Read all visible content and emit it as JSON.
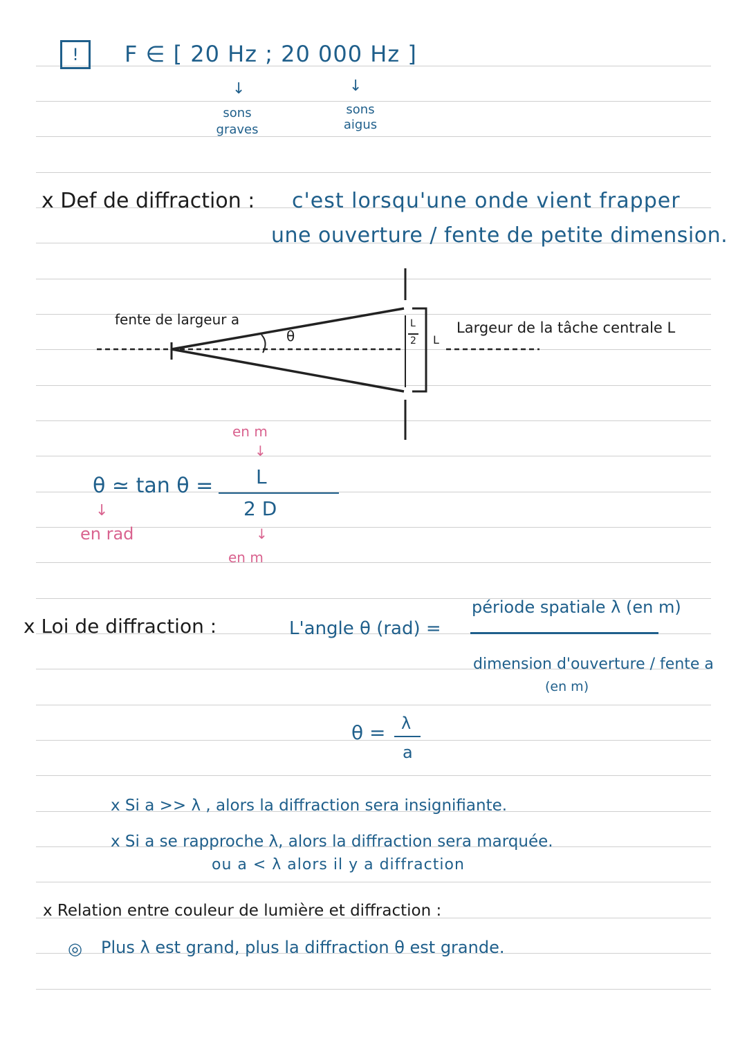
{
  "header": {
    "warning_icon": "!",
    "frequency_range": "F ∈ [ 20 Hz ; 20 000 Hz ]",
    "low_label": "sons graves",
    "high_label": "sons aigus"
  },
  "definition": {
    "title": "x Def de diffraction :",
    "line1": "c'est lorsqu'une onde vient frapper",
    "line2": "une ouverture / fente  de  petite dimension."
  },
  "diagram": {
    "slit_label": "fente de largeur a",
    "angle_label": "θ",
    "half_label_num": "L",
    "half_label_den": "2",
    "width_label": "L",
    "central_label": "Largeur de la tâche centrale L"
  },
  "formula1": {
    "lhs": "θ ≃ tan θ =",
    "numerator": "L",
    "denominator": "2 D",
    "num_unit": "en m",
    "den_unit": "en m",
    "theta_unit": "en rad"
  },
  "law": {
    "title": "x Loi de diffraction :",
    "lhs": "L'angle θ (rad) =",
    "numerator": "période spatiale λ (en m)",
    "denominator": "dimension d'ouverture / fente a",
    "den_unit": "(en m)",
    "short_lhs": "θ =",
    "short_num": "λ",
    "short_den": "a"
  },
  "conditions": {
    "c1": "x Si    a >> λ , alors la diffraction sera insignifiante.",
    "c2": "x Si   a se rapproche λ, alors la diffraction sera marquée.",
    "c3": "ou a < λ alors il y a  diffraction"
  },
  "relation": {
    "title": "x Relation entre  couleur de lumière et  diffraction :",
    "bullet": "◎",
    "text": "Plus  λ est grand,  plus  la diffraction  θ est grande."
  }
}
